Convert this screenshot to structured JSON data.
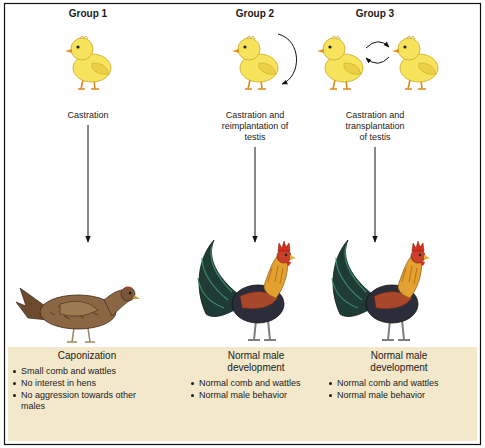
{
  "diagram": {
    "nodes": [
      {
        "text": [
          "Group 1",
          "Castration"
        ]
      },
      {
        "text": [
          "Group 2",
          "Castration and reimplantation of testis"
        ]
      },
      {
        "text": [
          "Group 3",
          "Castration and transplantation of testis"
        ]
      },
      {
        "text": [
          "Caponization",
          "Small comb and wattles",
          "No interest in hens",
          "No aggression towards other males"
        ]
      },
      {
        "text": [
          "Normal male development",
          "Normal comb and wattles",
          "Normal male behavior"
        ]
      },
      {
        "text": [
          "Normal male development",
          "Normal comb and wattles",
          "Normal male behavior"
        ]
      }
    ],
    "edges": [
      {
        "from": 0,
        "to": 3,
        "arrow": "to"
      },
      {
        "from": 1,
        "to": 4,
        "arrow": "to"
      },
      {
        "from": 2,
        "to": 5,
        "arrow": "to"
      }
    ]
  }
}
